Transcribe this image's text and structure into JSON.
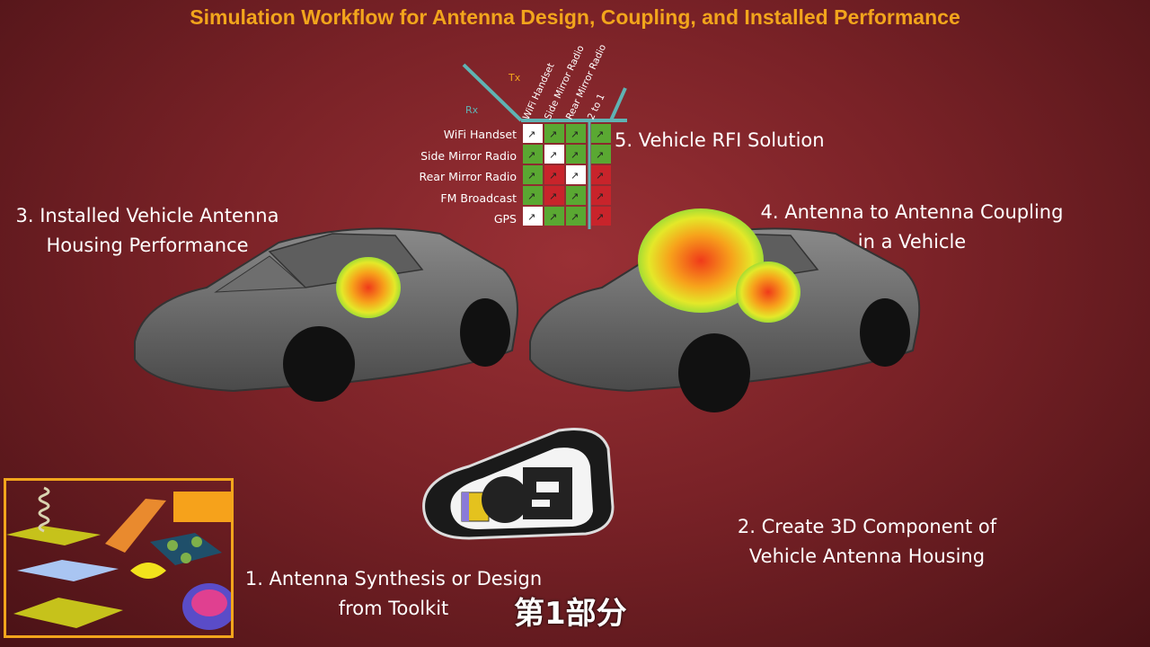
{
  "title": "Simulation Workflow for Antenna Design, Coupling, and Installed Performance",
  "steps": {
    "step1": {
      "line1": "1.  Antenna Synthesis or Design",
      "line2": "from Toolkit"
    },
    "step2": {
      "line1": "2.  Create 3D Component of",
      "line2": "Vehicle Antenna Housing"
    },
    "step3": {
      "line1": "3.  Installed Vehicle Antenna",
      "line2": "Housing Performance"
    },
    "step4": {
      "line1": "4.  Antenna to Antenna Coupling",
      "line2": "in a Vehicle"
    },
    "step5": {
      "line1": "5.  Vehicle RFI Solution"
    }
  },
  "matrix": {
    "tx_label": "Tx",
    "rx_label": "Rx",
    "columns": [
      "WiFi Handset",
      "Side Mirror Radio",
      "Rear Mirror Radio",
      "2 to 1"
    ],
    "rows": [
      "WiFi Handset",
      "Side Mirror Radio",
      "Rear Mirror Radio",
      "FM Broadcast",
      "GPS"
    ],
    "cell_status": [
      [
        "white",
        "green",
        "green",
        "green"
      ],
      [
        "green",
        "white",
        "green",
        "green"
      ],
      [
        "green",
        "red",
        "white",
        "red"
      ],
      [
        "green",
        "red",
        "green",
        "red"
      ],
      [
        "white",
        "green",
        "green",
        "red"
      ]
    ]
  },
  "subtitle": "第1部分",
  "colors": {
    "accent": "#f2a51c",
    "matrix_line": "#5fb3b3",
    "cell_green": "#5aa832",
    "cell_red": "#c8242b",
    "cell_white": "#ffffff"
  }
}
